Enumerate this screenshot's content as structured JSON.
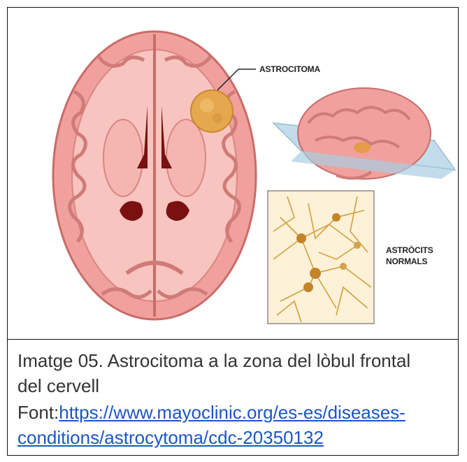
{
  "figure": {
    "label_astrocitoma": "ASTROCITOMA",
    "label_astrocits": "ASTRÒCITS",
    "label_normals": "NORMALS"
  },
  "caption": {
    "line1": "Imatge 05. Astrocitoma a la zona del lòbul frontal",
    "line2": "del cervell",
    "source_prefix": "Font:",
    "link_part1": "https://www.mayoclinic.org/es-es/diseases-",
    "link_part2": "conditions/astrocytoma/cdc-20350132"
  },
  "colors": {
    "brain_pink": "#f2a7a4",
    "brain_light": "#f7c8c3",
    "ventricle": "#7a1010",
    "tumor": "#e2a24a",
    "link": "#1a56c8"
  }
}
